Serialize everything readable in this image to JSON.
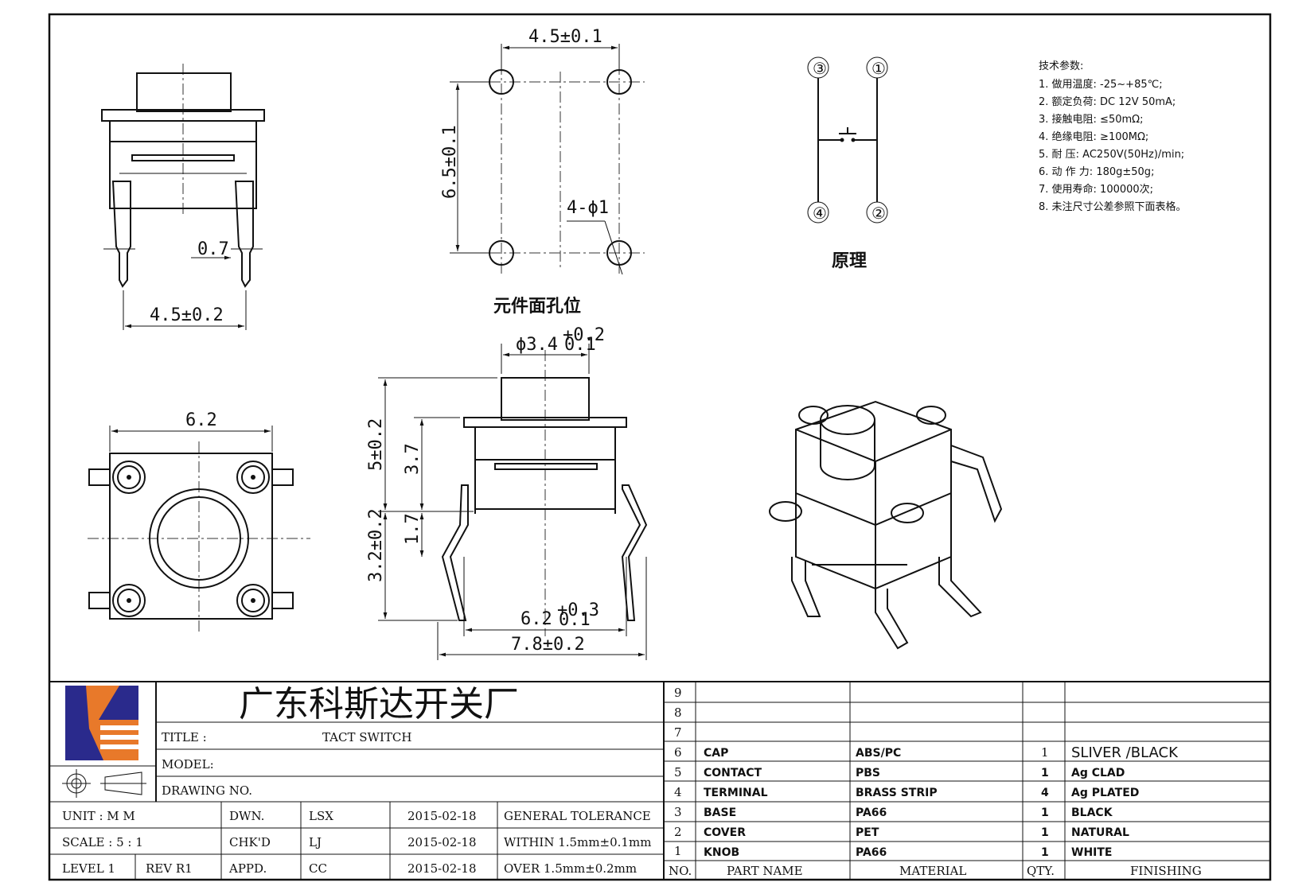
{
  "views": {
    "front": {
      "dim_pin_width": "0.7",
      "dim_pin_pitch": "4.5±0.2"
    },
    "hole_layout": {
      "dim_pitch_x": "4.5±0.1",
      "dim_pitch_y": "6.5±0.1",
      "dim_hole": "4-ϕ1",
      "caption": "元件面孔位"
    },
    "schematic": {
      "pins": [
        "③",
        "①",
        "④",
        "②"
      ],
      "caption": "原理"
    },
    "top": {
      "dim_width": "6.2"
    },
    "side": {
      "dim_cap": "ϕ3.4",
      "dim_cap_tol_plus": "+0.2",
      "dim_cap_tol_minus": "0.1",
      "dim_height": "5±0.2",
      "dim_body": "3.7",
      "dim_pin": "3.2±0.2",
      "dim_standoff": "1.7",
      "dim_base": "6.2",
      "dim_base_tol_plus": "+0.3",
      "dim_base_tol_minus": "0.1",
      "dim_total": "7.8±0.2"
    }
  },
  "specs": {
    "heading": "技术参数:",
    "items": [
      "1. 做用温度: -25~+85℃;",
      "2. 额定负荷: DC 12V 50mA;",
      "3. 接触电阻: ≤50mΩ;",
      "4. 绝缘电阻: ≥100MΩ;",
      "5. 耐    压: AC250V(50Hz)/min;",
      "6. 动 作 力: 180g±50g;",
      "7. 使用寿命: 100000次;",
      "8. 未注尺寸公差参照下面表格。"
    ]
  },
  "title_block": {
    "company": "广东科斯达开关厂",
    "title_label": "TITLE :",
    "title_value": "TACT SWITCH",
    "model_label": "MODEL:",
    "drawing_no_label": "DRAWING NO.",
    "rows": [
      {
        "c1": "UNIT   :   M M",
        "c2": "DWN.",
        "c3": "LSX",
        "c4": "2015-02-18",
        "c5": "GENERAL TOLERANCE"
      },
      {
        "c1": "SCALE  :  5 : 1",
        "c2": "CHK'D",
        "c3": "LJ",
        "c4": "2015-02-18",
        "c5": "WITHIN 1.5mm±0.1mm"
      },
      {
        "c1": "LEVEL 1",
        "c1b": "REV  R1",
        "c2": "APPD.",
        "c3": "CC",
        "c4": "2015-02-18",
        "c5": "OVER   1.5mm±0.2mm"
      }
    ]
  },
  "bom": {
    "rows": [
      {
        "no": "9",
        "part": "",
        "material": "",
        "qty": "",
        "finishing": ""
      },
      {
        "no": "8",
        "part": "",
        "material": "",
        "qty": "",
        "finishing": ""
      },
      {
        "no": "7",
        "part": "",
        "material": "",
        "qty": "",
        "finishing": ""
      },
      {
        "no": "6",
        "part": "CAP",
        "material": "ABS/PC",
        "qty": "1",
        "finishing": "SLIVER /BLACK"
      },
      {
        "no": "5",
        "part": "CONTACT",
        "material": "PBS",
        "qty": "1",
        "finishing": "Ag CLAD"
      },
      {
        "no": "4",
        "part": "TERMINAL",
        "material": "BRASS STRIP",
        "qty": "4",
        "finishing": "Ag PLATED"
      },
      {
        "no": "3",
        "part": "BASE",
        "material": "PA66",
        "qty": "1",
        "finishing": "BLACK"
      },
      {
        "no": "2",
        "part": "COVER",
        "material": "PET",
        "qty": "1",
        "finishing": "NATURAL"
      },
      {
        "no": "1",
        "part": "KNOB",
        "material": "PA66",
        "qty": "1",
        "finishing": "WHITE"
      }
    ],
    "header": {
      "no": "NO.",
      "part": "PART   NAME",
      "material": "MATERIAL",
      "qty": "QTY.",
      "finishing": "FINISHING"
    }
  }
}
